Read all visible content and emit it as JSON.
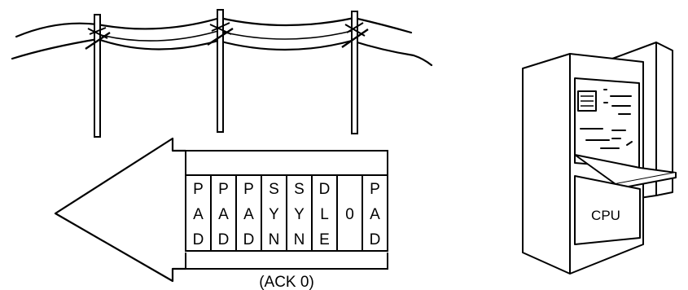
{
  "frame": {
    "columns": [
      {
        "chars": [
          "P",
          "A",
          "D"
        ]
      },
      {
        "chars": [
          "P",
          "A",
          "D"
        ]
      },
      {
        "chars": [
          "P",
          "A",
          "D"
        ]
      },
      {
        "chars": [
          "S",
          "Y",
          "N"
        ]
      },
      {
        "chars": [
          "S",
          "Y",
          "N"
        ]
      },
      {
        "chars": [
          "D",
          "L",
          "E"
        ]
      },
      {
        "chars": [
          "",
          "0",
          ""
        ]
      },
      {
        "chars": [
          "P",
          "A",
          "D"
        ]
      }
    ],
    "caption": "(ACK 0)"
  },
  "cpu": {
    "label": "CPU"
  }
}
